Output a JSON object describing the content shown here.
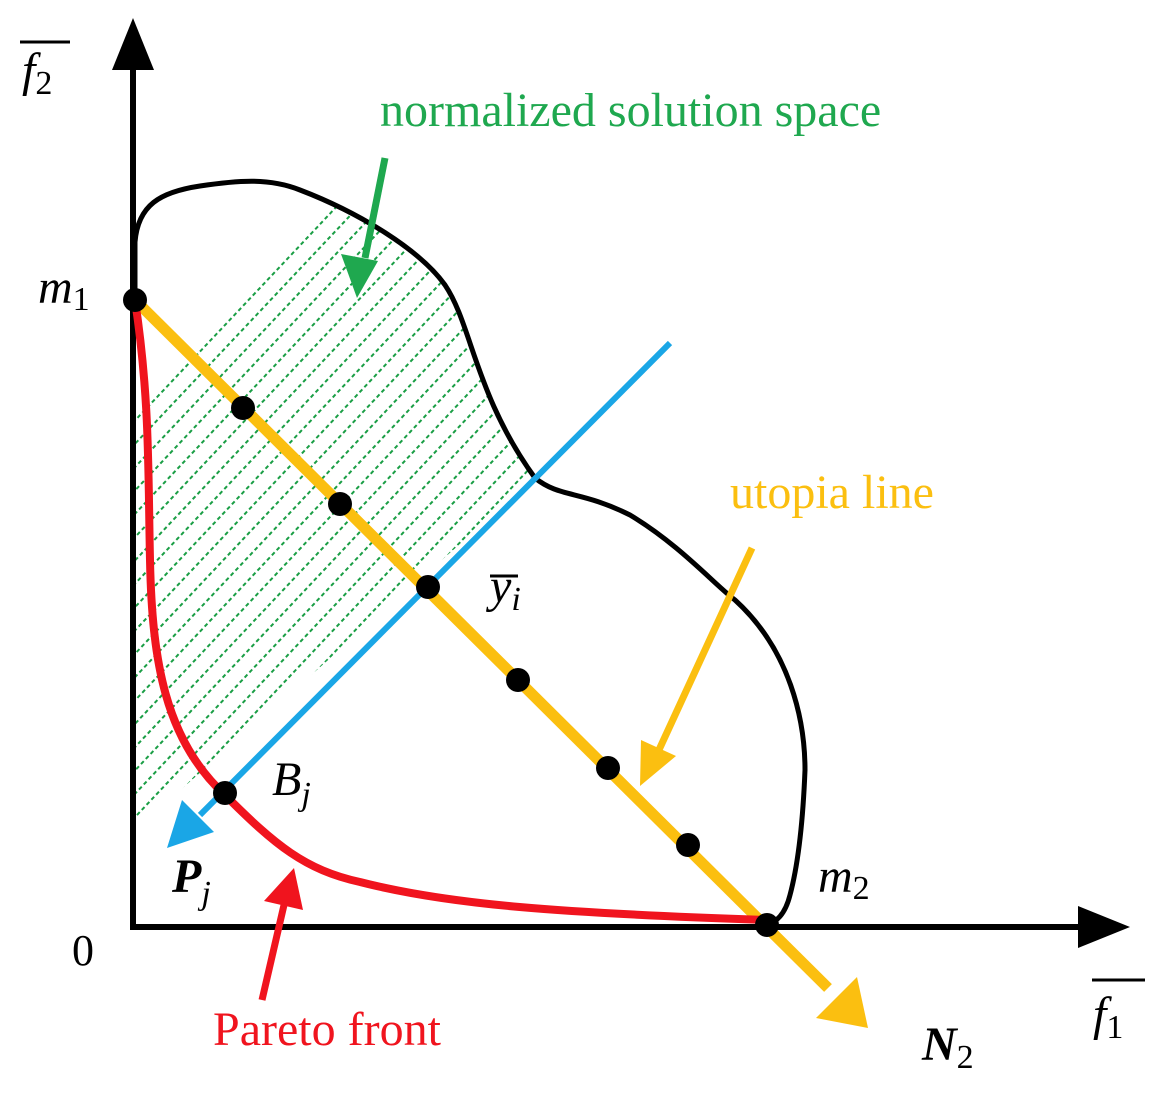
{
  "labels": {
    "region": "normalized solution space",
    "utopia": "utopia line",
    "pareto": "Pareto front",
    "origin": "0",
    "f_symbol": "f",
    "f1_sub": "1",
    "f2_sub": "2",
    "m_symbol": "m",
    "m1_sub": "1",
    "m2_sub": "2",
    "y_symbol": "y",
    "y_sub": "i",
    "B_symbol": "B",
    "B_sub": "j",
    "P_symbol": "P",
    "P_sub": "j",
    "N_symbol": "N",
    "N_sub": "2"
  },
  "colors": {
    "axis": "#000000",
    "boundary": "#000000",
    "hatch": "#1a9e45",
    "region_label": "#1fa84f",
    "utopia": "#fbbf10",
    "pareto": "#f0141e",
    "normal_line": "#1aa6e6"
  }
}
